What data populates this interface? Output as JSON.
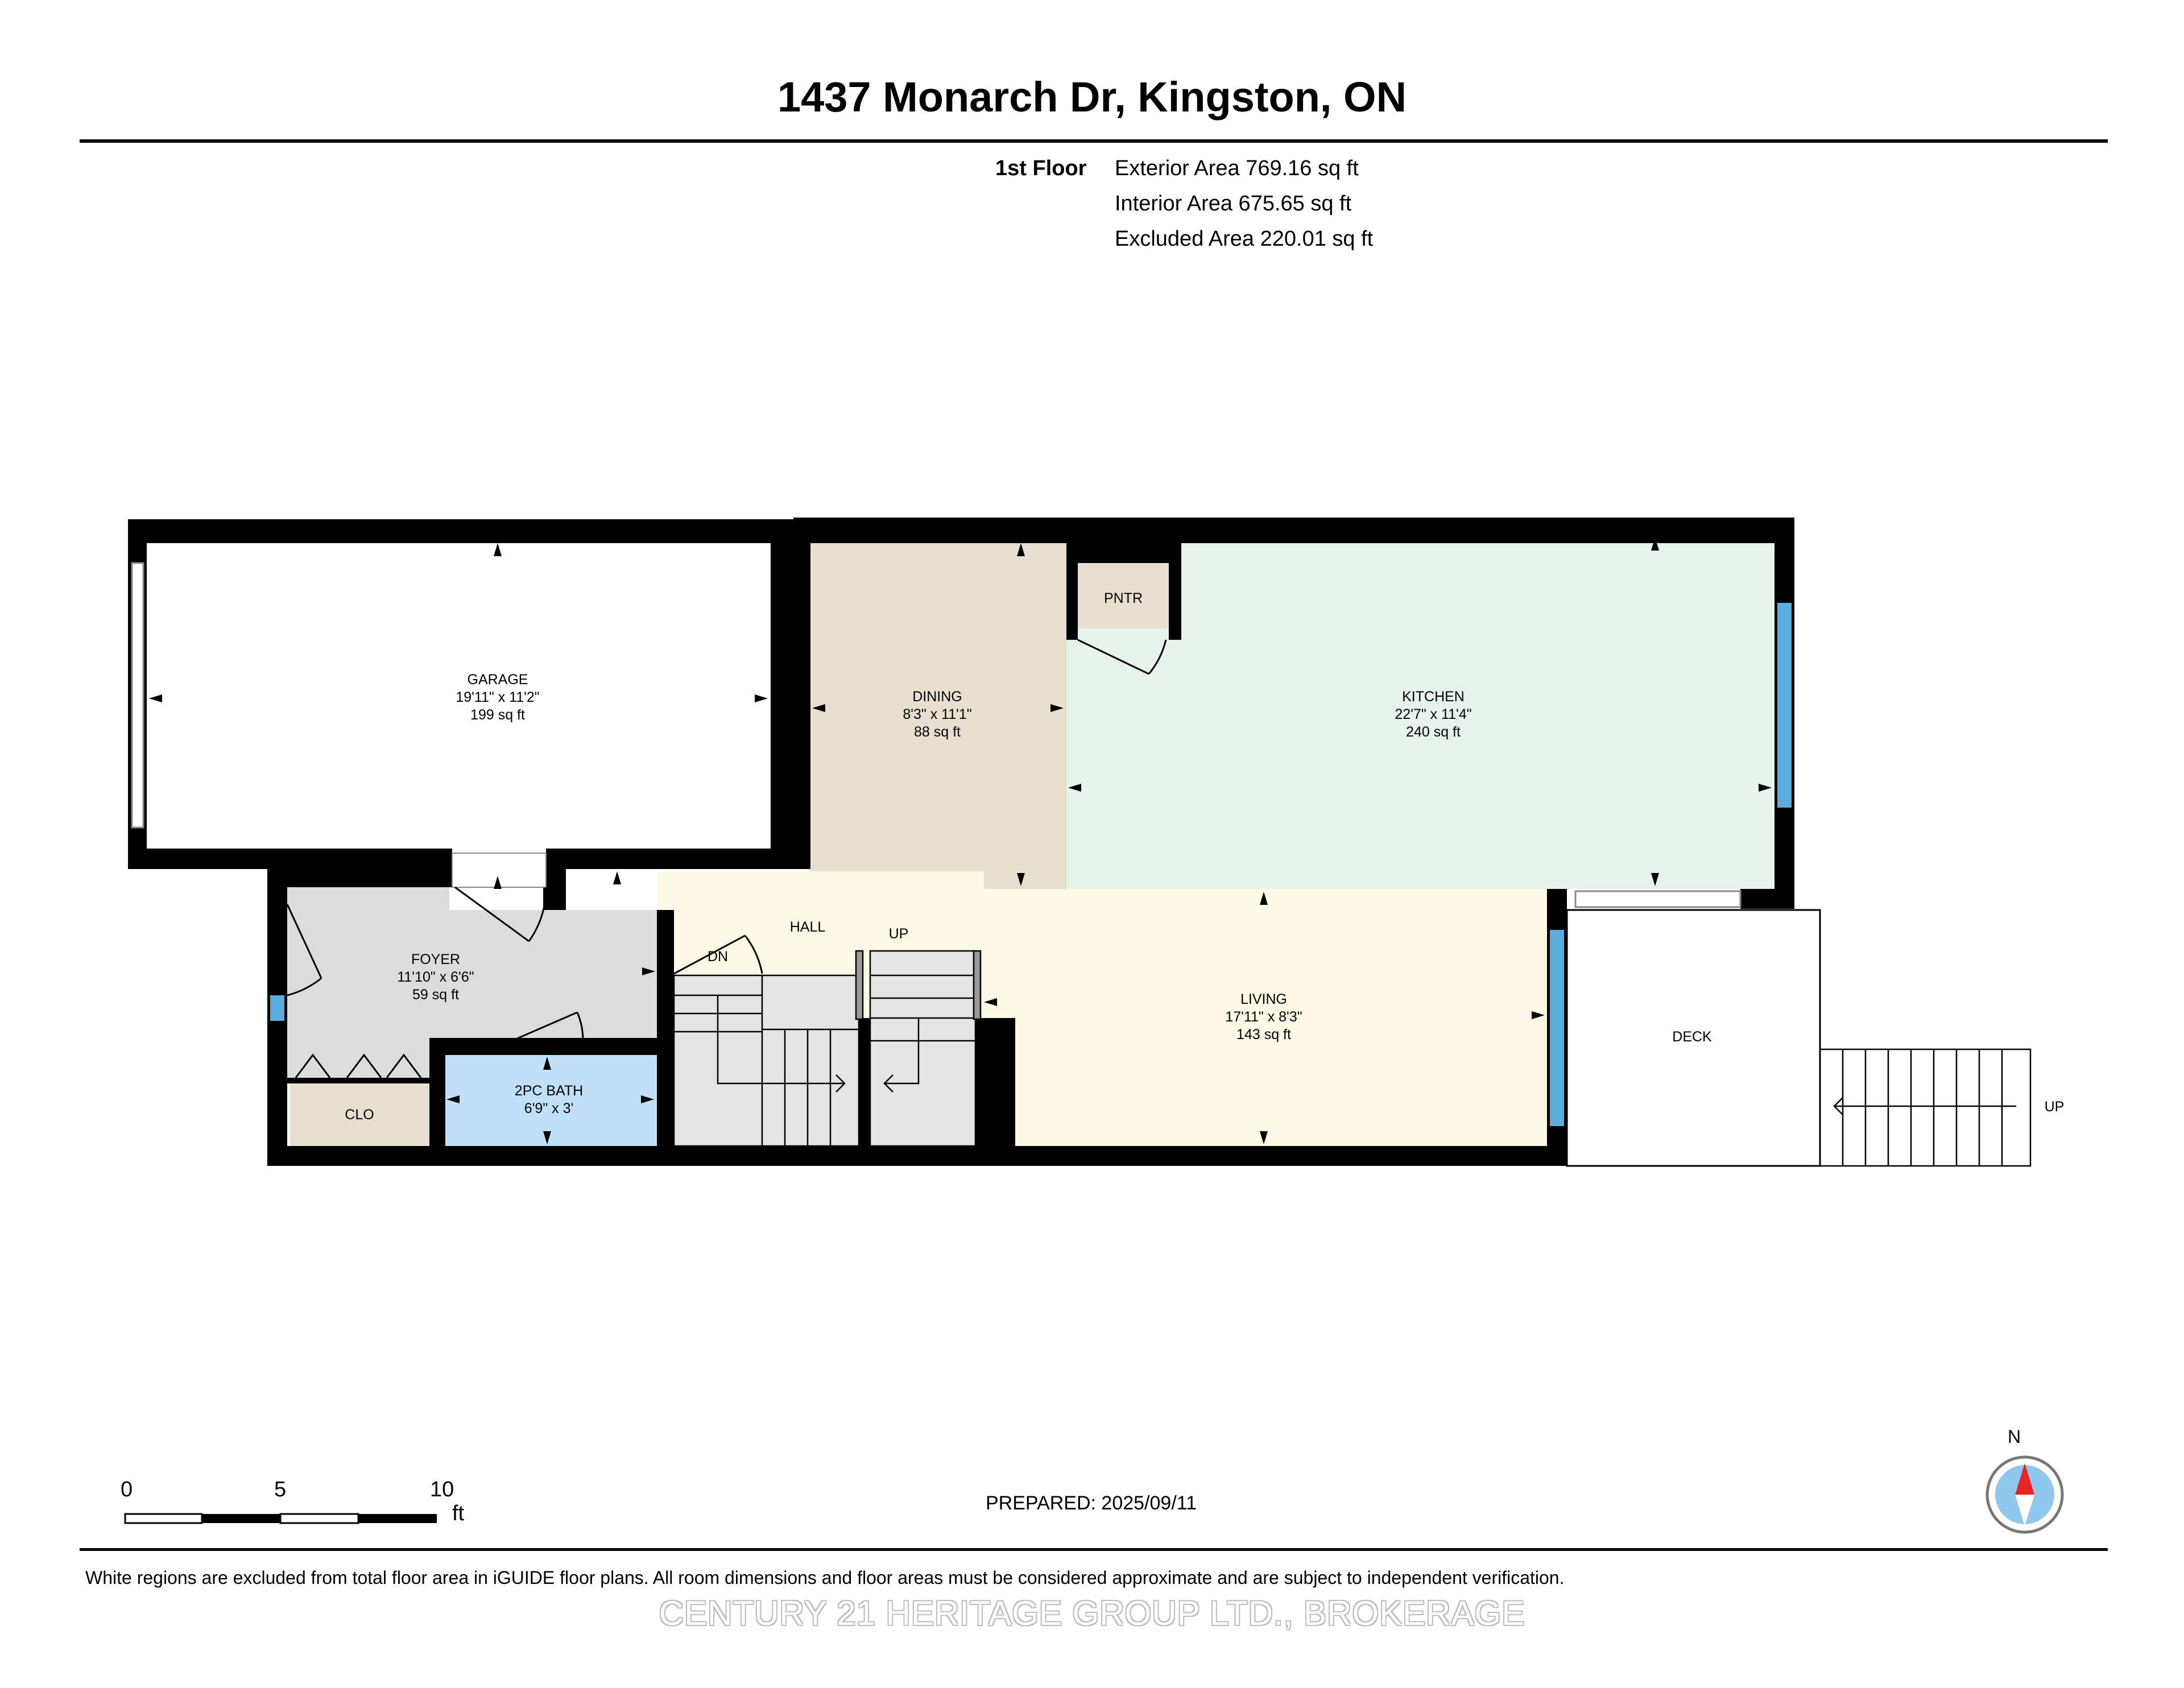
{
  "title": "1437 Monarch Dr, Kingston, ON",
  "floor": {
    "name": "1st Floor",
    "exterior_area": "Exterior Area 769.16 sq ft",
    "interior_area": "Interior Area 675.65 sq ft",
    "excluded_area": "Excluded Area 220.01 sq ft"
  },
  "rooms": {
    "garage": {
      "name": "GARAGE",
      "dims": "19'11\" x 11'2\"",
      "area": "199 sq ft"
    },
    "dining": {
      "name": "DINING",
      "dims": "8'3\" x 11'1\"",
      "area": "88 sq ft"
    },
    "kitchen": {
      "name": "KITCHEN",
      "dims": "22'7\" x 11'4\"",
      "area": "240 sq ft"
    },
    "pantry": {
      "name": "PNTR"
    },
    "foyer": {
      "name": "FOYER",
      "dims": "11'10\" x 6'6\"",
      "area": "59 sq ft"
    },
    "hall": {
      "name": "HALL"
    },
    "living": {
      "name": "LIVING",
      "dims": "17'11\" x 8'3\"",
      "area": "143 sq ft"
    },
    "bath": {
      "name": "2PC BATH",
      "dims": "6'9\" x 3'"
    },
    "closet": {
      "name": "CLO"
    },
    "deck": {
      "name": "DECK"
    }
  },
  "stairs": {
    "down": "DN",
    "up": "UP",
    "deck_up": "UP"
  },
  "scale": {
    "ticks": [
      "0",
      "5",
      "10"
    ],
    "unit": "ft"
  },
  "prepared": "PREPARED: 2025/09/11",
  "north": "N",
  "disclaimer": "White regions are excluded from total floor area in iGUIDE floor plans. All room dimensions and floor areas must be considered approximate and are subject to independent verification.",
  "watermark": "CENTURY 21 HERITAGE GROUP LTD., BROKERAGE",
  "colors": {
    "wall": "#000000",
    "dining": "#e8dfd0",
    "kitchen": "#e6f3ec",
    "living": "#fcf9e5",
    "foyer": "#dcdcdc",
    "bath": "#bfe0f7",
    "closet": "#e8dfd0",
    "pantry": "#e8dfd0",
    "stairs": "#e4e4e4",
    "window": "#5aaedd",
    "compass_red": "#e8242a",
    "compass_blue": "#8fc8ec"
  }
}
